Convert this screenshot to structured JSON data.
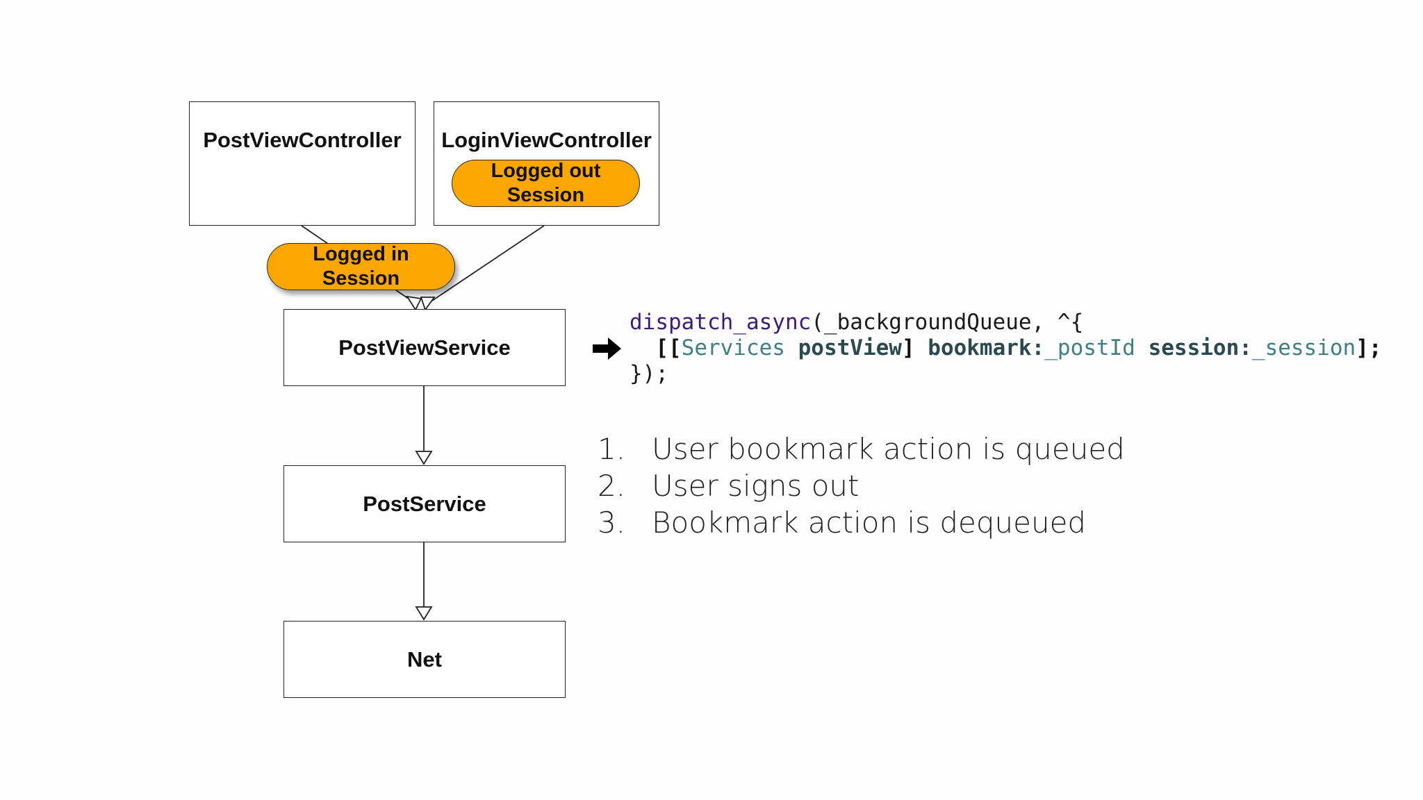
{
  "diagram": {
    "nodes": {
      "post_view_controller": "PostViewController",
      "login_view_controller": "LoginViewController",
      "post_view_service": "PostViewService",
      "post_service": "PostService",
      "net": "Net"
    },
    "sessions": {
      "logged_out": [
        "Logged out",
        "Session"
      ],
      "logged_in": [
        "Logged in",
        "Session"
      ]
    },
    "colors": {
      "session": "#fca602",
      "border": "#222222"
    }
  },
  "code": {
    "line1": {
      "fn": "dispatch_async",
      "args": "(_backgroundQueue, ^{"
    },
    "line2": {
      "open": "  [[",
      "cls": "Services",
      "sel1": "postView",
      "close1": "] ",
      "sel2": "bookmark:",
      "var1": "_postId",
      "sel3": "session:",
      "var2": "_session",
      "close2": "];"
    },
    "line3": "});",
    "arrow_icon": "right-arrow"
  },
  "steps": [
    {
      "num": "1.",
      "text": "User bookmark action is queued"
    },
    {
      "num": "2.",
      "text": "User signs out"
    },
    {
      "num": "3.",
      "text": "Bookmark action is dequeued"
    }
  ]
}
